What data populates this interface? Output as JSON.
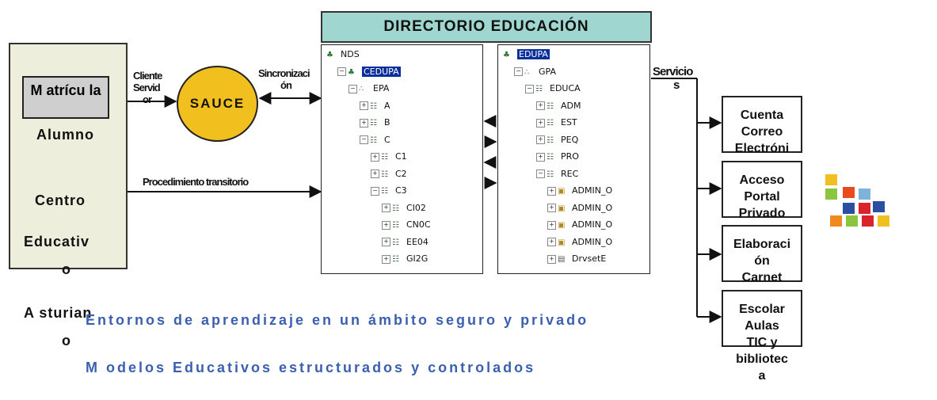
{
  "title": "DIRECTORIO EDUCACIÓN",
  "left_panel": {
    "matricula": "M atrícu la",
    "alumno": "Alumno",
    "centro": "Centro",
    "educativo_1": "Educativ",
    "educativo_2": "o",
    "asturiano_1": "A sturian",
    "asturiano_2": "o"
  },
  "sauce": "SAUCE",
  "labels": {
    "cliente": [
      "Cliente",
      "Servid",
      "or"
    ],
    "sincronizacion": [
      "Sincronizaci",
      "ón"
    ],
    "procedimiento": "Procedimiento transitorio",
    "servicios": [
      "Servicio",
      "s"
    ]
  },
  "tree_left": [
    {
      "label": "NDS",
      "depth": 0,
      "icon": "tree"
    },
    {
      "label": "CEDUPA",
      "depth": 1,
      "icon": "tree",
      "highlight": true
    },
    {
      "label": "EPA",
      "depth": 2,
      "icon": "org"
    },
    {
      "label": "A",
      "depth": 3,
      "icon": "ou"
    },
    {
      "label": "B",
      "depth": 3,
      "icon": "ou"
    },
    {
      "label": "C",
      "depth": 3,
      "icon": "ou"
    },
    {
      "label": "C1",
      "depth": 4,
      "icon": "ou"
    },
    {
      "label": "C2",
      "depth": 4,
      "icon": "ou"
    },
    {
      "label": "C3",
      "depth": 4,
      "icon": "ou"
    },
    {
      "label": "CI02",
      "depth": 5,
      "icon": "ou"
    },
    {
      "label": "CN0C",
      "depth": 5,
      "icon": "ou"
    },
    {
      "label": "EE04",
      "depth": 5,
      "icon": "ou"
    },
    {
      "label": "GI2G",
      "depth": 5,
      "icon": "ou"
    }
  ],
  "tree_right": [
    {
      "label": "EDUPA",
      "depth": 0,
      "icon": "tree",
      "highlight": true
    },
    {
      "label": "GPA",
      "depth": 1,
      "icon": "org"
    },
    {
      "label": "EDUCA",
      "depth": 2,
      "icon": "ou"
    },
    {
      "label": "ADM",
      "depth": 3,
      "icon": "ou"
    },
    {
      "label": "EST",
      "depth": 3,
      "icon": "ou"
    },
    {
      "label": "PEQ",
      "depth": 3,
      "icon": "ou"
    },
    {
      "label": "PRO",
      "depth": 3,
      "icon": "ou"
    },
    {
      "label": "REC",
      "depth": 3,
      "icon": "ou"
    },
    {
      "label": "ADMIN_O",
      "depth": 4,
      "icon": "obj"
    },
    {
      "label": "ADMIN_O",
      "depth": 4,
      "icon": "obj"
    },
    {
      "label": "ADMIN_O",
      "depth": 4,
      "icon": "obj"
    },
    {
      "label": "ADMIN_O",
      "depth": 4,
      "icon": "obj"
    },
    {
      "label": "DrvsetE",
      "depth": 4,
      "icon": "srv"
    }
  ],
  "services": [
    [
      "Cuenta",
      "Correo",
      "Electróni"
    ],
    [
      "Acceso",
      "Portal",
      "Privado"
    ],
    [
      "Elaboraci",
      "ón",
      "Carnet"
    ],
    [
      "Escolar",
      "Aulas",
      "TIC y",
      "bibliotec",
      "a"
    ]
  ],
  "taglines": [
    "Entornos de aprendizaje en un ámbito seguro y privado",
    "M odelos Educativos estructurados y controlados"
  ],
  "colors": {
    "sauce": "#f2c01e",
    "title_bg": "#9fd6cf",
    "left_panel_bg": "#eeeedc",
    "tagline": "#3a5fb0",
    "tree_highlight": "#0a2f9b"
  }
}
